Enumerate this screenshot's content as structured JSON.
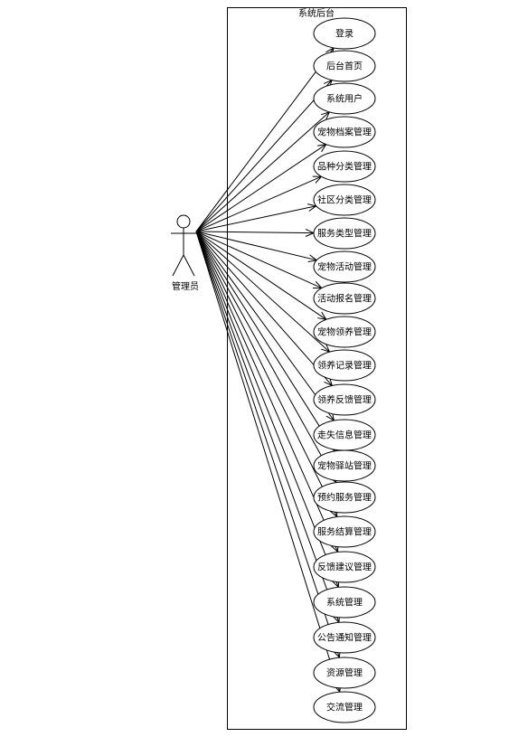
{
  "system": {
    "title": "系统后台"
  },
  "actor": {
    "label": "管理员"
  },
  "use_cases": [
    "登录",
    "后台首页",
    "系统用户",
    "宠物档案管理",
    "品种分类管理",
    "社区分类管理",
    "服务类型管理",
    "宠物活动管理",
    "活动报名管理",
    "宠物领养管理",
    "领养记录管理",
    "领养反馈管理",
    "走失信息管理",
    "宠物驿站管理",
    "预约服务管理",
    "服务结算管理",
    "反馈建议管理",
    "系统管理",
    "公告通知管理",
    "资源管理",
    "交流管理"
  ]
}
